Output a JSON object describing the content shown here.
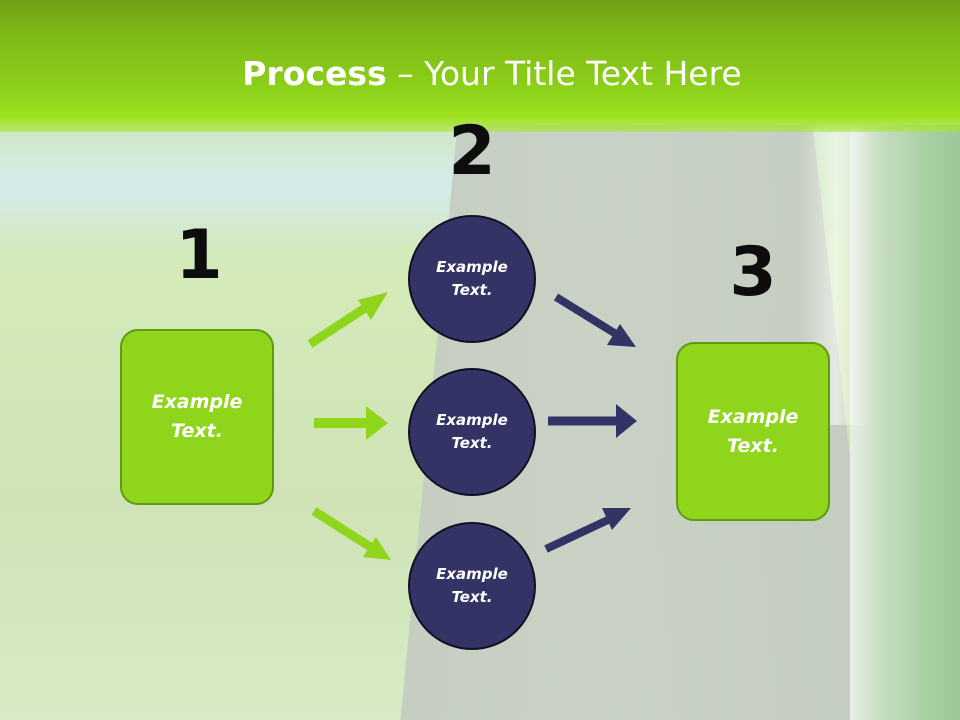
{
  "title": {
    "bold": "Process",
    "rest": " – Your Title Text Here"
  },
  "steps": {
    "step1": {
      "number": "1",
      "text": "Example Text."
    },
    "step2": {
      "number": "2",
      "items": [
        {
          "text": "Example Text."
        },
        {
          "text": "Example Text."
        },
        {
          "text": "Example Text."
        }
      ]
    },
    "step3": {
      "number": "3",
      "text": "Example Text."
    }
  },
  "colors": {
    "header_green": "#8dd21a",
    "box_green": "#8fd51b",
    "circle_navy": "#333366",
    "arrow_green": "#8fd51b",
    "arrow_navy": "#333366"
  }
}
